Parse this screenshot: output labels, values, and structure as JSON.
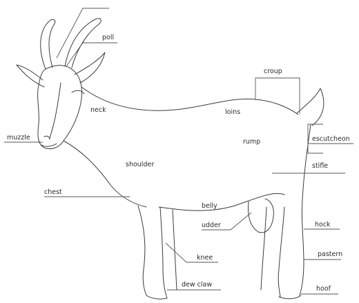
{
  "diagram": {
    "labels": {
      "poll": "poll",
      "neck": "neck",
      "croup": "croup",
      "loins": "loins",
      "muzzle": "muzzle",
      "rump": "rump",
      "escutcheon": "escutcheon",
      "shoulder": "shoulder",
      "stifle": "stifle",
      "chest": "chest",
      "belly": "belly",
      "udder": "udder",
      "hock": "hock",
      "knee": "knee",
      "pastern": "pastern",
      "dew_claw": "dew claw",
      "hoof": "hoof"
    }
  }
}
